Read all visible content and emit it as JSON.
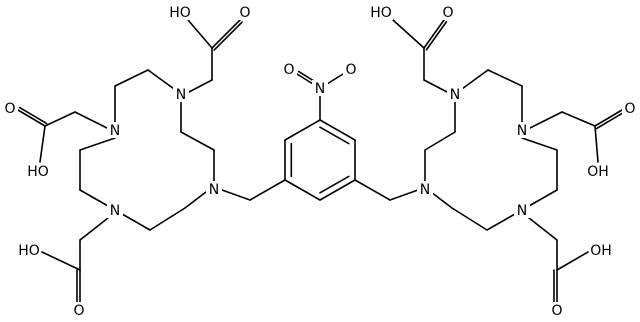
{
  "structure": {
    "nitro": {
      "n": "N",
      "o1": "O",
      "o2": "O"
    },
    "left_ring": {
      "n_top": "N",
      "n_left": "N",
      "n_bottom": "N",
      "n_right": "N"
    },
    "right_ring": {
      "n_top": "N",
      "n_right": "N",
      "n_bottom": "N",
      "n_left": "N"
    },
    "acid_groups": [
      {
        "o_carbonyl": "O",
        "oh": "HO"
      },
      {
        "o_carbonyl": "O",
        "oh": "HO"
      },
      {
        "o_carbonyl": "O",
        "oh": "HO"
      },
      {
        "o_carbonyl": "O",
        "oh": "HO"
      },
      {
        "o_carbonyl": "O",
        "oh": "OH"
      },
      {
        "o_carbonyl": "O",
        "oh": "OH"
      }
    ]
  },
  "colors": {
    "bond": "#000000",
    "label": "#000000",
    "background": "#ffffff"
  }
}
